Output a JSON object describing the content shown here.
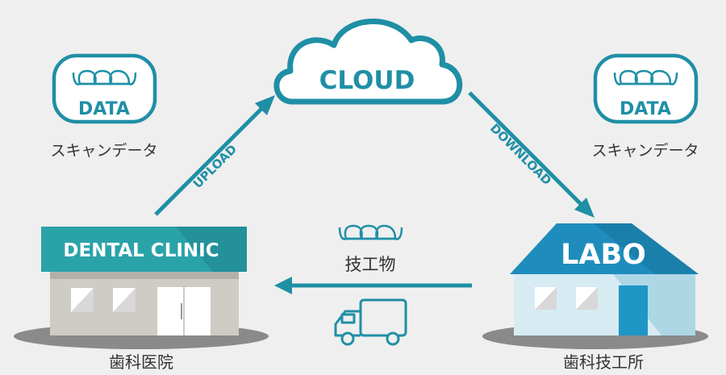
{
  "cloud": {
    "label": "CLOUD"
  },
  "arrows": {
    "upload": "UPLOAD",
    "download": "DOWNLOAD"
  },
  "scan_data_left": {
    "badge": "DATA",
    "caption": "スキャンデータ"
  },
  "scan_data_right": {
    "badge": "DATA",
    "caption": "スキャンデータ"
  },
  "dental_clinic": {
    "sign": "DENTAL CLINIC",
    "caption": "歯科医院"
  },
  "labo": {
    "sign": "LABO",
    "caption": "歯科技工所"
  },
  "delivery": {
    "product": "技工物"
  },
  "colors": {
    "accent": "#1f8fa6",
    "clinic_sign": "#2aa3a8",
    "labo_roof": "#1e8dbd",
    "ground": "#8a8a8a"
  }
}
